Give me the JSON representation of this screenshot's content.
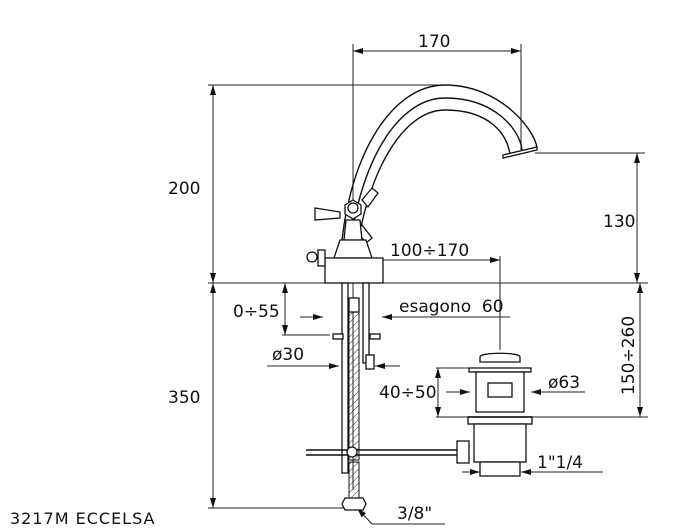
{
  "drawing": {
    "product_code": "3217M ECCELSA",
    "dimensions": {
      "spout_reach": "170",
      "total_height": "200",
      "spout_height": "130",
      "below_deck": "350",
      "deck_thickness": "0÷55",
      "hexagon": "esagono  60",
      "centre_distance": "100÷170",
      "shank_diameter": "ø30",
      "drain_height": "40÷50",
      "drain_diameter": "ø63",
      "drain_depth": "150÷260",
      "drain_thread": "1\"1/4",
      "supply_thread": "3/8\""
    }
  }
}
